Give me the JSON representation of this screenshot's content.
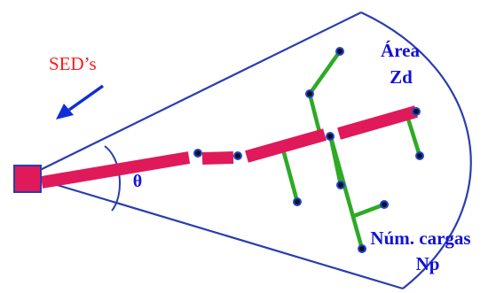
{
  "labels": {
    "sed": "SED’s",
    "theta": "θ",
    "area_line1": "Área",
    "area_line2": "Zd",
    "loads_line1": "Núm. cargas",
    "loads_line2": "Np"
  },
  "colors": {
    "background": "#ffffff",
    "outline": "#2a3db0",
    "arrow": "#0d2fd8",
    "feeder": "#e0195a",
    "branch": "#2eaa25",
    "node_fill": "#111111",
    "node_stroke": "#1f44d8",
    "sed_text": "#ff1a1a",
    "blue_text": "#1212d8"
  },
  "icons": {
    "substation": "square-substation-icon",
    "direction": "diagonal-arrow-icon",
    "load_node": "dot-node-icon"
  }
}
